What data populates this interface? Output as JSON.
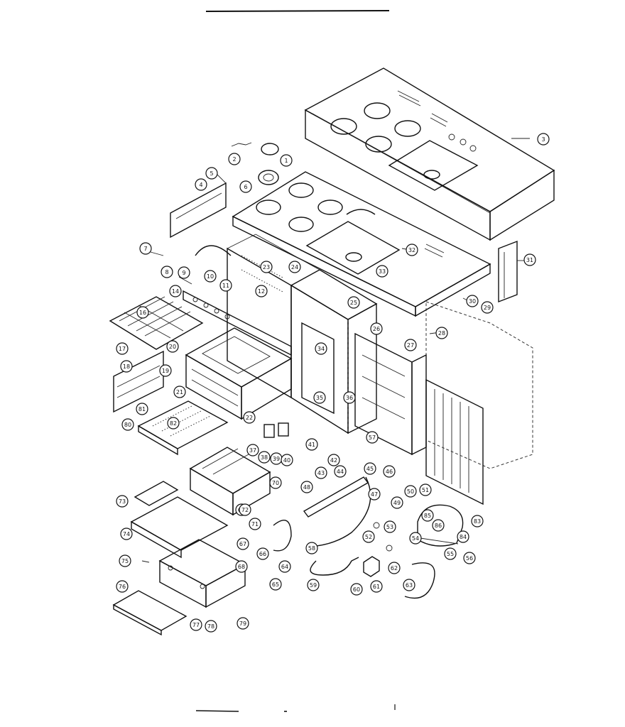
{
  "diagram": {
    "callouts": [
      "1",
      "2",
      "3",
      "4",
      "5",
      "6",
      "7",
      "8",
      "9",
      "10",
      "11",
      "12",
      "14",
      "16",
      "17",
      "18",
      "19",
      "20",
      "21",
      "22",
      "23",
      "24",
      "25",
      "26",
      "27",
      "28",
      "29",
      "30",
      "31",
      "32",
      "33",
      "34",
      "35",
      "36",
      "37",
      "38",
      "39",
      "40",
      "41",
      "42",
      "43",
      "44",
      "45",
      "46",
      "47",
      "48",
      "49",
      "50",
      "51",
      "52",
      "53",
      "54",
      "55",
      "56",
      "57",
      "58",
      "59",
      "60",
      "61",
      "62",
      "63",
      "64",
      "65",
      "66",
      "67",
      "68",
      "69",
      "70",
      "71",
      "72",
      "73",
      "74",
      "75",
      "76",
      "77",
      "78",
      "79",
      "80",
      "81",
      "82",
      "83",
      "84",
      "85",
      "86"
    ]
  }
}
